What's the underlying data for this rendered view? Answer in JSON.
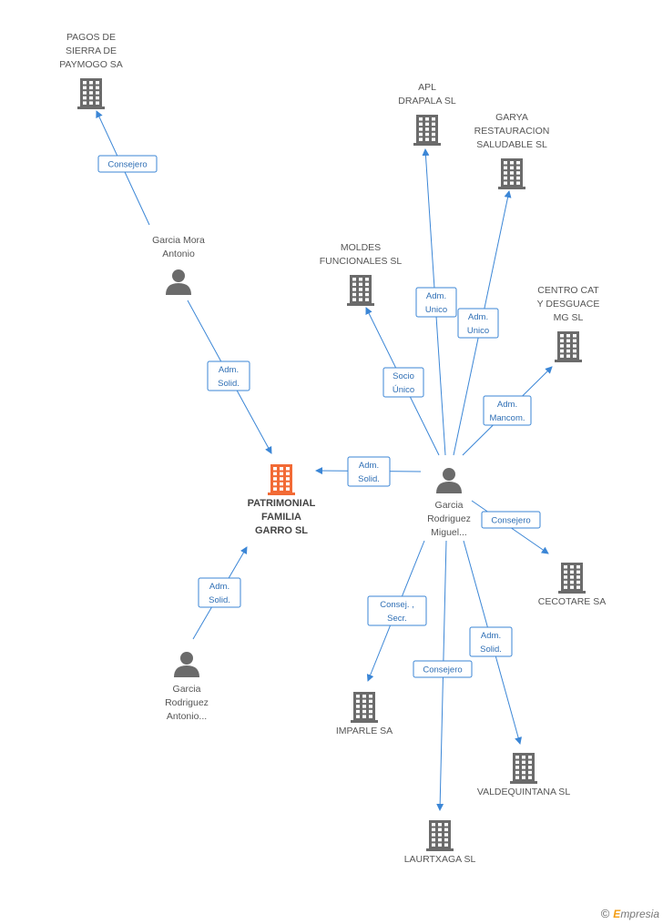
{
  "colors": {
    "building": "#6b6b6b",
    "central": "#f26a35",
    "person": "#6b6b6b",
    "edge": "#3b86d6"
  },
  "nodes": [
    {
      "id": "pagos",
      "type": "company-icon",
      "lines": [
        "PAGOS DE",
        "SIERRA DE",
        "PAYMOGO SA"
      ]
    },
    {
      "id": "garcia_mora",
      "type": "person-icon",
      "lines": [
        "Garcia Mora",
        "Antonio"
      ]
    },
    {
      "id": "patrimonial",
      "type": "company-icon",
      "central": true,
      "lines": [
        "PATRIMONIAL",
        "FAMILIA",
        "GARRO SL"
      ]
    },
    {
      "id": "garcia_antonio",
      "type": "person-icon",
      "lines": [
        "Garcia",
        "Rodriguez",
        "Antonio..."
      ]
    },
    {
      "id": "apl",
      "type": "company-icon",
      "lines": [
        "APL",
        "DRAPALA SL"
      ]
    },
    {
      "id": "garya",
      "type": "company-icon",
      "lines": [
        "GARYA",
        "RESTAURACION",
        "SALUDABLE SL"
      ]
    },
    {
      "id": "moldes",
      "type": "company-icon",
      "lines": [
        "MOLDES",
        "FUNCIONALES SL"
      ]
    },
    {
      "id": "centro",
      "type": "company-icon",
      "lines": [
        "CENTRO CAT",
        "Y DESGUACE",
        "MG  SL"
      ]
    },
    {
      "id": "garcia_miguel",
      "type": "person-icon",
      "lines": [
        "Garcia",
        "Rodriguez",
        "Miguel..."
      ]
    },
    {
      "id": "cecotare",
      "type": "company-icon",
      "lines": [
        "CECOTARE SA"
      ]
    },
    {
      "id": "imparle",
      "type": "company-icon",
      "lines": [
        "IMPARLE SA"
      ]
    },
    {
      "id": "valdequintana",
      "type": "company-icon",
      "lines": [
        "VALDEQUINTANA SL"
      ]
    },
    {
      "id": "laurtxaga",
      "type": "company-icon",
      "lines": [
        "LAURTXAGA SL"
      ]
    }
  ],
  "edges": [
    {
      "from": "garcia_mora",
      "to": "pagos",
      "lines": [
        "Consejero"
      ]
    },
    {
      "from": "garcia_mora",
      "to": "patrimonial",
      "lines": [
        "Adm.",
        "Solid."
      ]
    },
    {
      "from": "garcia_antonio",
      "to": "patrimonial",
      "lines": [
        "Adm.",
        "Solid."
      ]
    },
    {
      "from": "garcia_miguel",
      "to": "patrimonial",
      "lines": [
        "Adm.",
        "Solid."
      ]
    },
    {
      "from": "garcia_miguel",
      "to": "apl",
      "lines": [
        "Adm.",
        "Unico"
      ]
    },
    {
      "from": "garcia_miguel",
      "to": "garya",
      "lines": [
        "Adm.",
        "Unico"
      ]
    },
    {
      "from": "garcia_miguel",
      "to": "moldes",
      "lines": [
        "Socio",
        "Único"
      ]
    },
    {
      "from": "garcia_miguel",
      "to": "centro",
      "lines": [
        "Adm.",
        "Mancom."
      ]
    },
    {
      "from": "garcia_miguel",
      "to": "cecotare",
      "lines": [
        "Consejero"
      ]
    },
    {
      "from": "garcia_miguel",
      "to": "imparle",
      "lines": [
        "Consej. ,",
        "Secr."
      ]
    },
    {
      "from": "garcia_miguel",
      "to": "laurtxaga",
      "lines": [
        "Consejero"
      ]
    },
    {
      "from": "garcia_miguel",
      "to": "valdequintana",
      "lines": [
        "Adm.",
        "Solid."
      ]
    }
  ],
  "footer": {
    "copyright": "©",
    "brand_first": "E",
    "brand_rest": "mpresia"
  }
}
